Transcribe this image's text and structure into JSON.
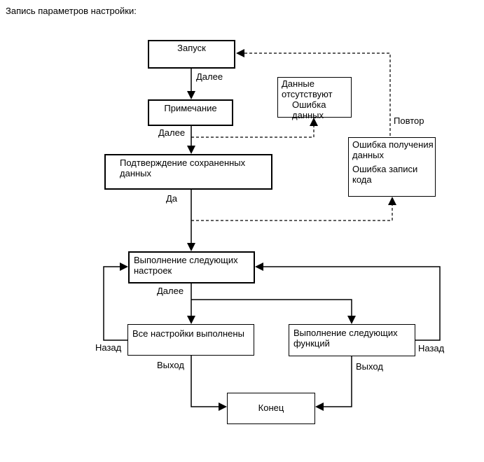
{
  "title": "Запись параметров настройки:",
  "diagram": {
    "nodes": {
      "start": {
        "label": "Запуск"
      },
      "note": {
        "label": "Примечание"
      },
      "confirm": {
        "label": "Подтверждение сохраненных данных"
      },
      "no_data": {
        "line1": "Данные отсутствуют",
        "line2": "Ошибка данных"
      },
      "receive_error": {
        "line1": "Ошибка получения данных",
        "line2": "Ошибка записи кода"
      },
      "next_settings": {
        "label": "Выполнение следующих настроек"
      },
      "all_done": {
        "label": "Все настройки выполнены"
      },
      "next_functions": {
        "label": "Выполнение следующих функций"
      },
      "end": {
        "label": "Конец"
      }
    },
    "edge_labels": {
      "next_1": "Далее",
      "next_2": "Далее",
      "yes": "Да",
      "retry": "Повтор",
      "next_3": "Далее",
      "back_left": "Назад",
      "back_right": "Назад",
      "exit_left": "Выход",
      "exit_right": "Выход"
    },
    "colors": {
      "line": "#000000",
      "box_border": "#000000",
      "box_background": "#ffffff",
      "text": "#000000",
      "page_background": "#ffffff"
    }
  }
}
